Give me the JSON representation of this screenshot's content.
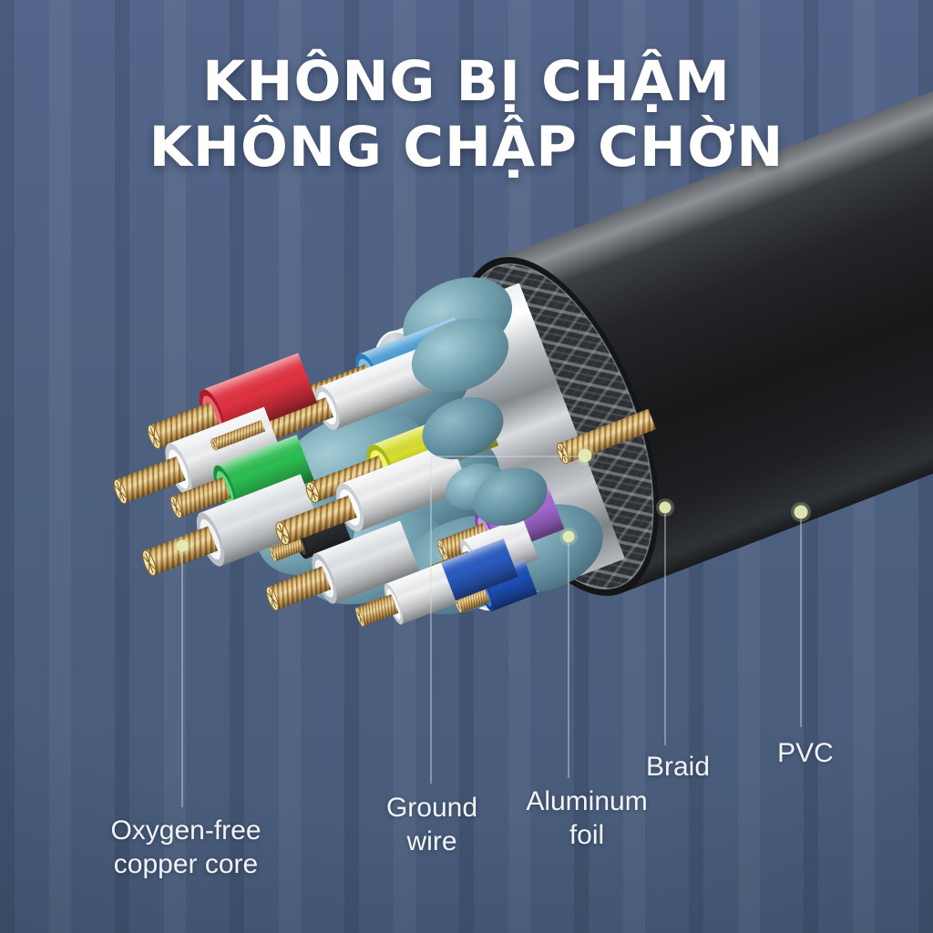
{
  "title": {
    "line1": "KHÔNG BỊ CHẬM",
    "line2": "KHÔNG CHẬP CHỜN"
  },
  "callouts": {
    "oxygen": {
      "line1": "Oxygen-free",
      "line2": "copper core"
    },
    "ground": {
      "line1": "Ground",
      "line2": "wire"
    },
    "aluminum": {
      "line1": "Aluminum",
      "line2": "foil"
    },
    "braid": {
      "line1": "Braid"
    },
    "pvc": {
      "line1": "PVC"
    }
  },
  "palette": {
    "background": "#4e6181",
    "title_text": "#ffffff",
    "label_text": "#f1f4f8",
    "leader_line": "#d6dde6",
    "leader_dot": "#e6ecb4",
    "pvc_jacket": "#1a1c1f",
    "braid_metal": "#9aa2a9",
    "aluminum_foil": "#d8dcdf",
    "pair_insulation_teal": "#6f9dab",
    "copper": "#c9a05c",
    "wire_red": "#e0323f",
    "wire_blue_light": "#4f9fd8",
    "wire_green": "#2dbe52",
    "wire_yellow": "#d7de2e",
    "wire_purple": "#a368cf",
    "wire_navy": "#2a5bc0",
    "wire_white": "#eef0f2"
  }
}
